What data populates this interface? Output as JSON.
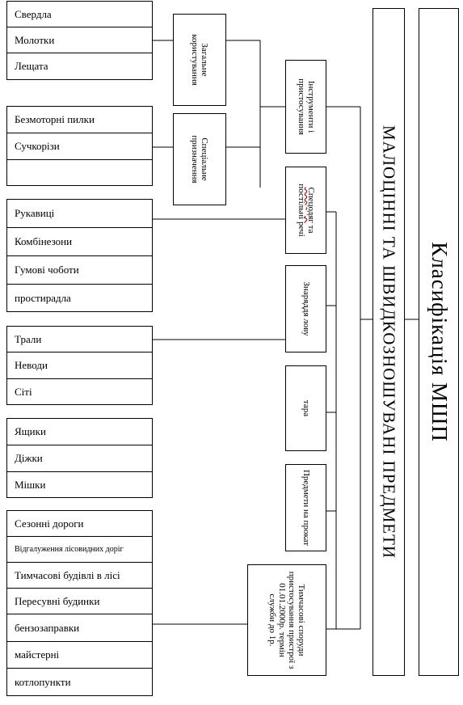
{
  "root": {
    "label": "Класифікація МШП"
  },
  "main": {
    "label": "МАЛОЦІННІ ТА ШВИДКОЗНОШУВАНІ ПРЕДМЕТИ"
  },
  "sub_general": {
    "label": "Загальне користування"
  },
  "sub_special": {
    "label": "Спеціальне призначення"
  },
  "categories": {
    "instruments": "Інструменти і пристосування",
    "special_clothing_a": "Спецодяг",
    "special_clothing_b": " та постільні речі",
    "fishing": "Знаряддя лову",
    "tara": "тара",
    "rental": "Предмети на прокат",
    "temporary": "Тимчасові споруди пристосування пристрої з 01.01.2000р. термін служби до 1р."
  },
  "groups": {
    "general": [
      "Свердла",
      "Молотки",
      "Лещата"
    ],
    "special": [
      "Безмоторні пилки",
      "Сучкорізи",
      ""
    ],
    "clothing": [
      "Рукавиці",
      "Комбінезони",
      "Гумові чоботи",
      "простирадла"
    ],
    "fishing": [
      "Трали",
      "Неводи",
      "Сіті"
    ],
    "tara": [
      "Ящики",
      "Діжки",
      "Мішки"
    ],
    "temporary": [
      "Сезонні дороги",
      "Відгалуження лісовидних доріг",
      "Тимчасові будівлі в лісі",
      "Пересувні будинки",
      "бензозаправки",
      "майстерні",
      "котлопункти"
    ]
  }
}
